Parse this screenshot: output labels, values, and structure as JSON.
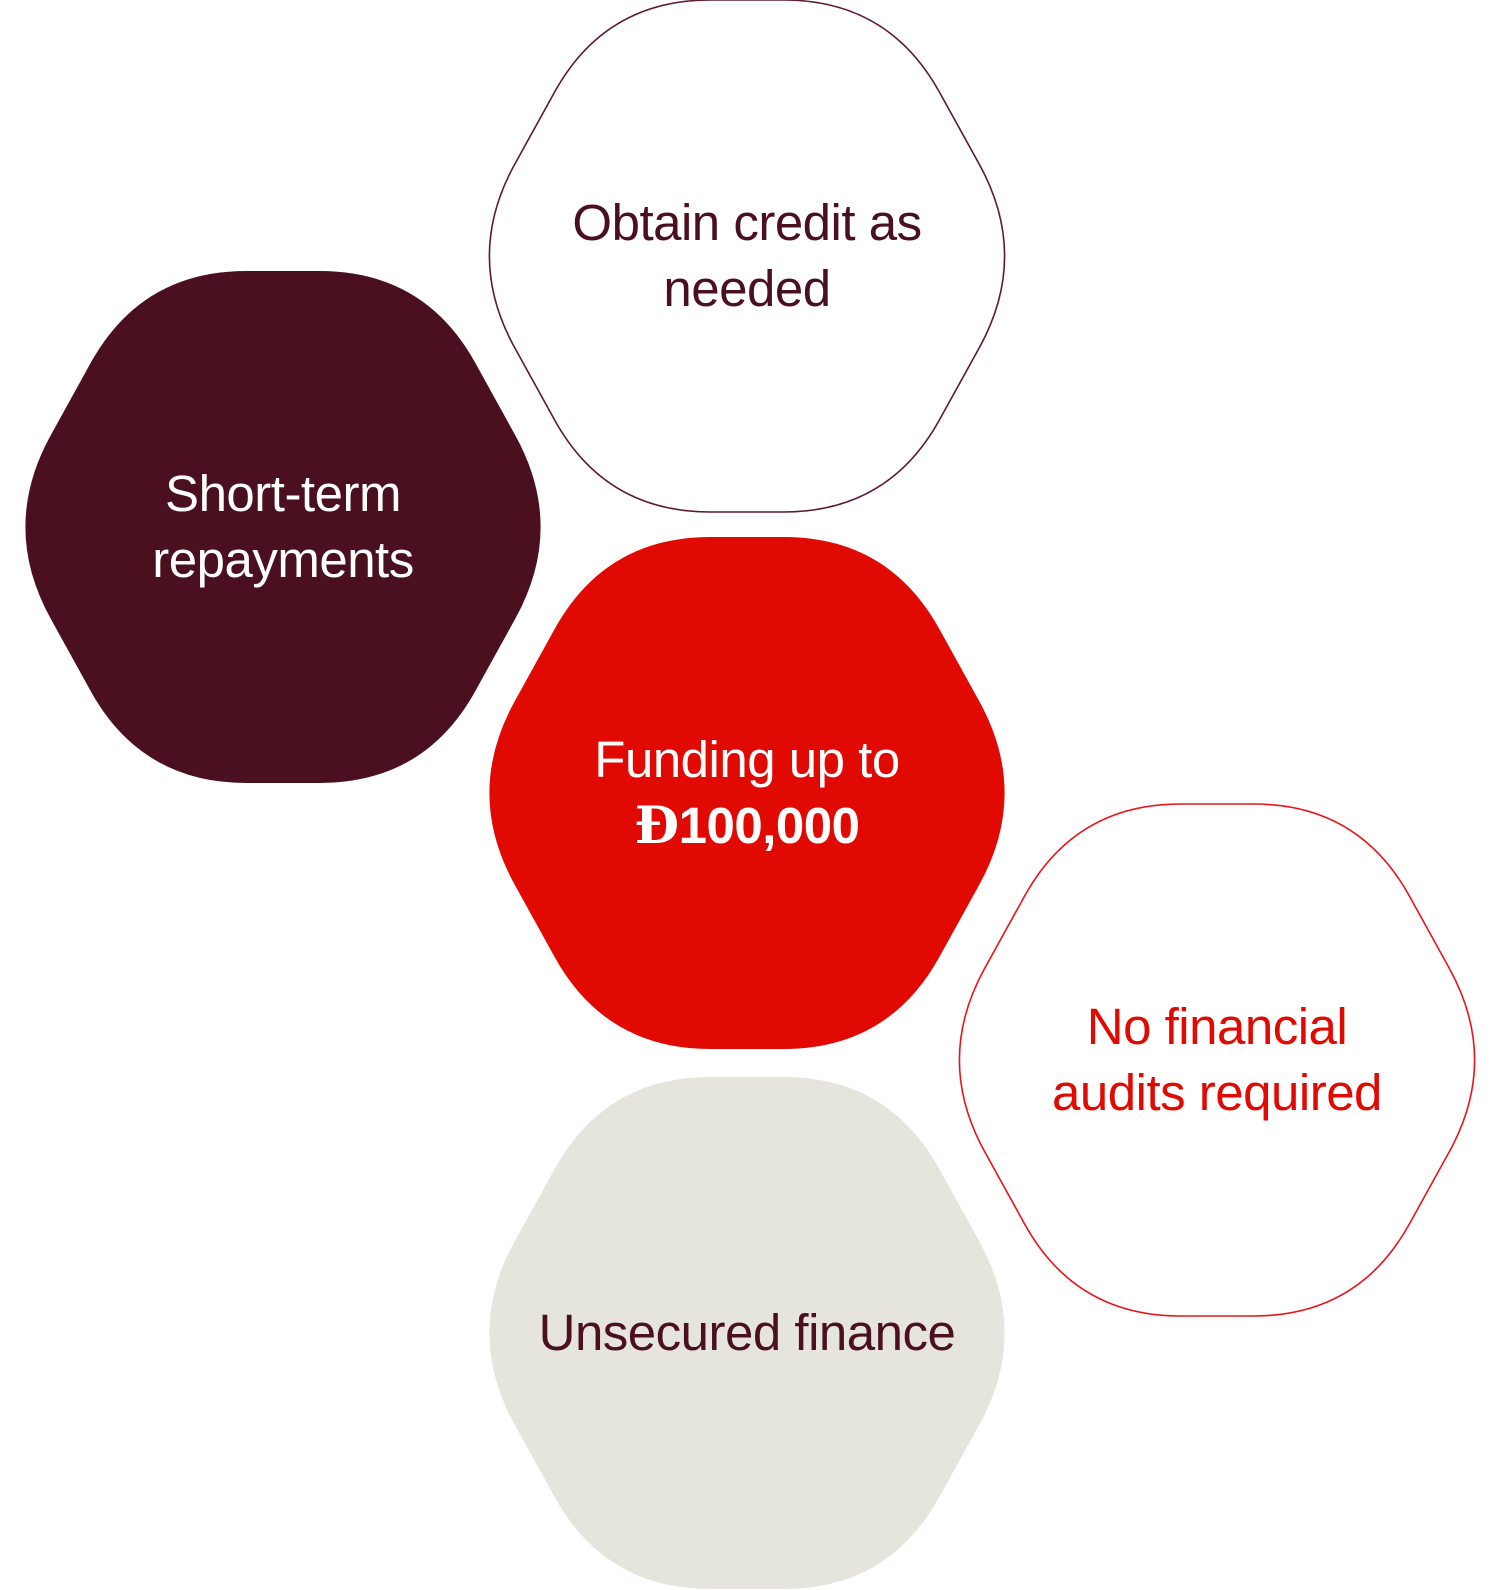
{
  "hexagons": {
    "credit": {
      "lines": [
        "Obtain credit as",
        "needed"
      ],
      "fill": "none",
      "stroke": "#5c1a2c",
      "text_color": "#4a1020"
    },
    "repayments": {
      "lines": [
        "Short-term",
        "repayments"
      ],
      "fill": "#4b1020",
      "stroke": "none",
      "text_color": "#ffffff"
    },
    "funding": {
      "line1": "Funding up to",
      "currency_symbol": "Đ",
      "amount": "100,000",
      "fill": "#e00a02",
      "stroke": "none",
      "text_color": "#ffffff"
    },
    "audits": {
      "lines": [
        "No financial",
        "audits required"
      ],
      "fill": "none",
      "stroke": "#e8141a",
      "text_color": "#e00a02"
    },
    "unsecured": {
      "lines": [
        "Unsecured finance"
      ],
      "fill": "#e6e5dd",
      "stroke": "none",
      "text_color": "#4a1020"
    }
  }
}
